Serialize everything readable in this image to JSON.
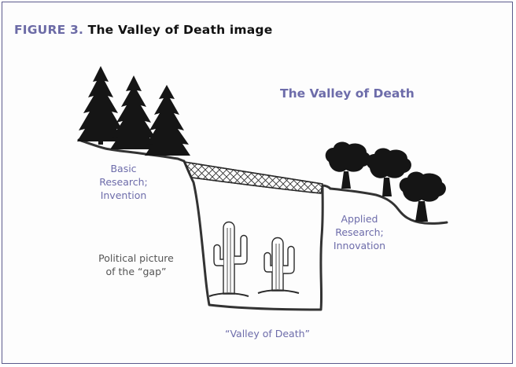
{
  "figure": {
    "number_label": "FIGURE 3.",
    "title": "The Valley of Death image"
  },
  "diagram": {
    "title": "The Valley of Death",
    "left_label": [
      "Basic",
      "Research;",
      "Invention"
    ],
    "right_label": [
      "Applied",
      "Research;",
      "Innovation"
    ],
    "gap_label": [
      "Political picture",
      "of the “gap”"
    ],
    "valley_label": "“Valley of Death”"
  },
  "colors": {
    "accent": "#6d6caa",
    "border": "#5b5a8c",
    "ink": "#111111"
  }
}
